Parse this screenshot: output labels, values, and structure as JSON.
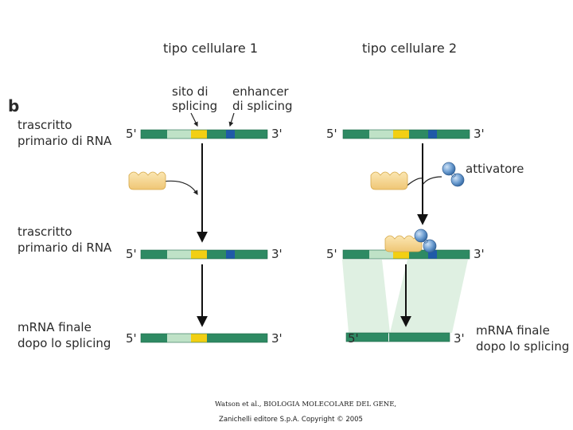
{
  "header": {
    "cell_type_1": "tipo cellulare 1",
    "cell_type_2": "tipo cellulare 2"
  },
  "panel_label": "b",
  "labels": {
    "splice_site_line1": "sito di",
    "splice_site_line2": "splicing",
    "enhancer_line1": "enhancer",
    "enhancer_line2": "di splicing",
    "primary_transcript_line1": "trascritto",
    "primary_transcript_line2": "primario di RNA",
    "primary_transcript2_line1": "trascritto",
    "primary_transcript2_line2": "primario di RNA",
    "mrna_line1": "mRNA finale",
    "mrna_line2": "dopo lo splicing",
    "mrna_right_line1": "mRNA finale",
    "mrna_right_line2": "dopo lo splicing",
    "activator": "attivatore"
  },
  "ends": {
    "five": "5'",
    "three": "3'"
  },
  "footer": {
    "line1": "Watson et al., BIOLOGIA MOLECOLARE DEL GENE,",
    "line2": "Zanichelli editore S.p.A. Copyright © 2005"
  },
  "colors": {
    "exon": "#2e8a63",
    "light_segment": "#bfe2c7",
    "splice_site": "#f2cf13",
    "enhancer": "#1f5aa8",
    "repressor_protein": "#f6d58c",
    "activator_protein": "#6f9fd2",
    "splice_region_shade": "#dff0e2"
  },
  "icons": {
    "repressor": "repressor-protein-icon",
    "activator": "activator-protein-icon"
  }
}
